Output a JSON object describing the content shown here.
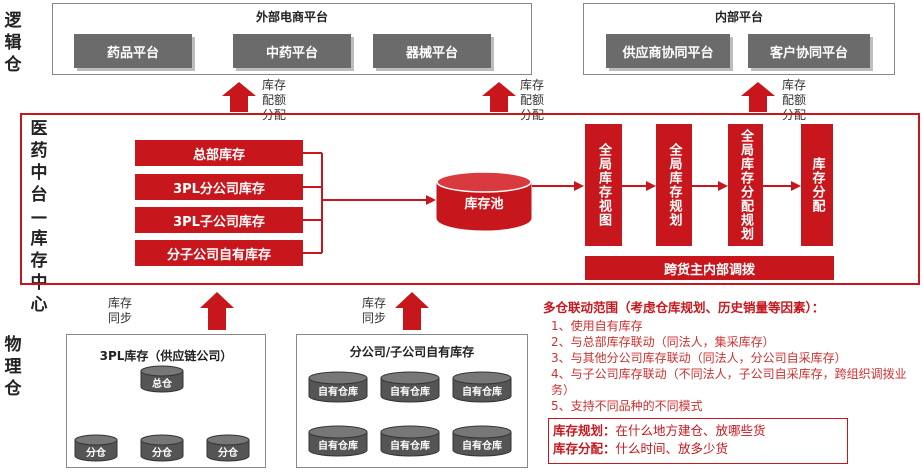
{
  "labels": {
    "logical_warehouse": "逻辑仓",
    "pharma_center": "医药中台—库存中心",
    "physical_warehouse": "物理仓"
  },
  "external_platform": {
    "title": "外部电商平台",
    "items": [
      "药品平台",
      "中药平台",
      "器械平台"
    ]
  },
  "internal_platform": {
    "title": "内部平台",
    "items": [
      "供应商协同平台",
      "客户协同平台"
    ]
  },
  "up_arrow_label": "库存配额分配",
  "sync_label": "库存同步",
  "inventories": [
    "总部库存",
    "3PL分公司库存",
    "3PL子公司库存",
    "分子公司自有库存"
  ],
  "pool": "库存池",
  "views": [
    "全局库存视图",
    "全局库存规划",
    "全局库存分配规划",
    "库存分配"
  ],
  "transfer": "跨货主内部调拨",
  "tpl_panel": {
    "title": "3PL库存（供应链公司）",
    "main": "总仓",
    "branches": [
      "分仓",
      "分仓",
      "分仓"
    ]
  },
  "own_panel": {
    "title": "分公司/子公司自有库存",
    "storages": [
      "自有仓库",
      "自有仓库",
      "自有仓库",
      "自有仓库",
      "自有仓库",
      "自有仓库"
    ]
  },
  "notes": {
    "heading": "多仓联动范围（考虑仓库规划、历史销量等因素）：",
    "items": [
      "1、使用自有库存",
      "2、与总部库存联动（同法人，集采库存）",
      "3、与其他分公司库存联动（同法人，分公司自采库存）",
      "4、与子公司库存联动（不同法人，子公司自采库存，跨组织调拨业务）",
      "5、支持不同品种的不同模式"
    ],
    "plan_label": "库存规划：",
    "plan_text": "在什么地方建仓、放哪些货",
    "alloc_label": "库存分配：",
    "alloc_text": "什么时间、放多少货"
  },
  "colors": {
    "accent": "#c8161d",
    "gray_button": "#6b6b6b",
    "storage_fill": "#555555"
  }
}
